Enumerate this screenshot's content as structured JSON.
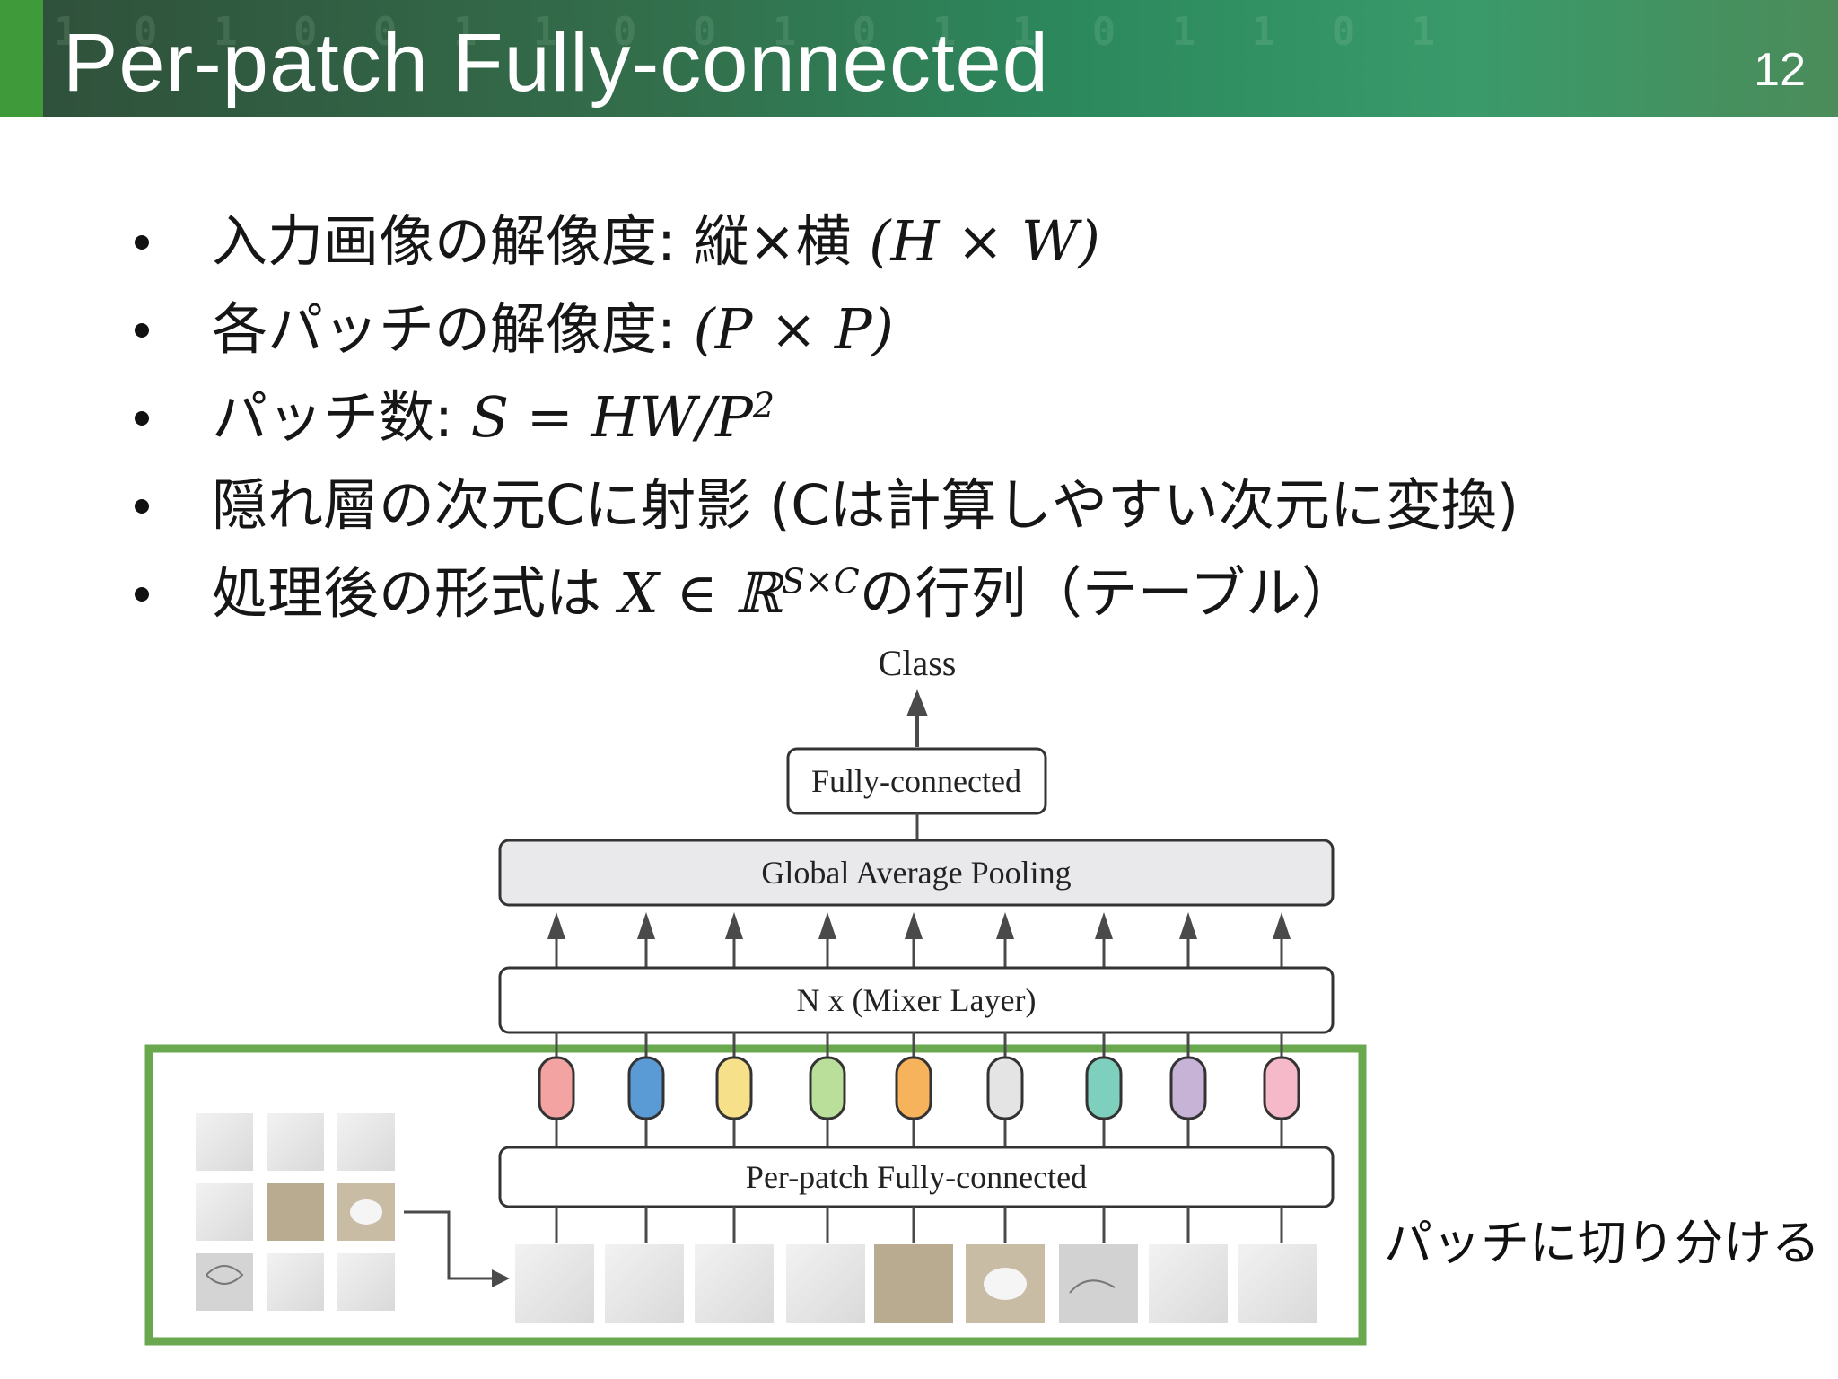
{
  "header": {
    "title": "Per-patch Fully-connected",
    "page_number": "12"
  },
  "bullets": [
    {
      "text": "入力画像の解像度: 縦×横 ",
      "math": "(H × W)"
    },
    {
      "text": "各パッチの解像度: ",
      "math": "(P × P)"
    },
    {
      "text": "パッチ数: ",
      "math": "S = HW/P",
      "sup": "2"
    },
    {
      "text": "隠れ層の次元Cに射影 (Cは計算しやすい次元に変換)"
    },
    {
      "text": "処理後の形式は ",
      "math": "X ∈ ℝ",
      "sup": "S×C",
      "after": "の行列（テーブル）"
    }
  ],
  "diagram": {
    "class_label": "Class",
    "fc_label": "Fully-connected",
    "gap_label": "Global Average Pooling",
    "mixer_label": "N x (Mixer Layer)",
    "perpatch_label": "Per-patch Fully-connected",
    "token_colors": [
      "#f4a3a3",
      "#5b9bd5",
      "#f7e08a",
      "#b9df9a",
      "#f7b25c",
      "#e4e4e4",
      "#7fcfbf",
      "#c7b3d6",
      "#f6b9c9"
    ],
    "highlight_color": "#6aa84f"
  },
  "side_label": "パッチに切り分ける"
}
